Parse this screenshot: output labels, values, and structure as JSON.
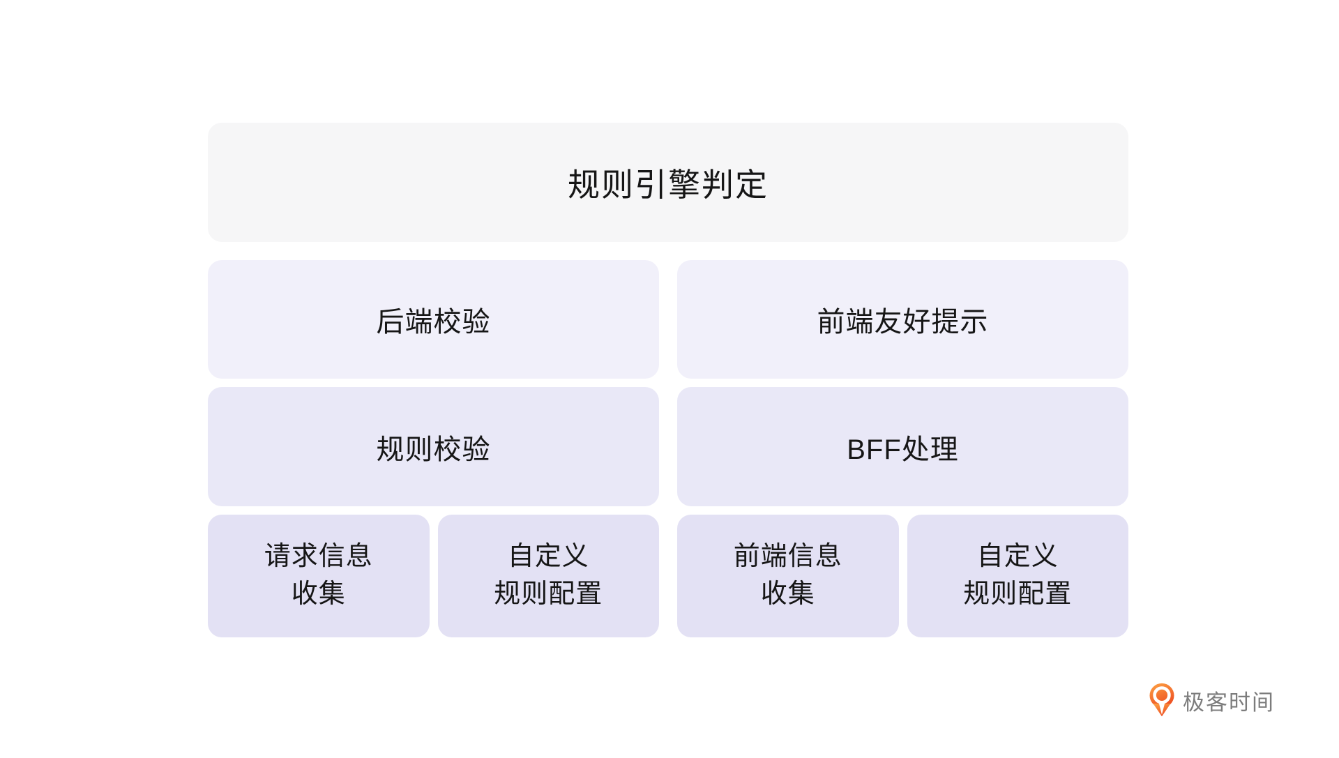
{
  "colors": {
    "page-bg": "#ffffff",
    "header-bg": "#f6f6f7",
    "level1-bg": "#f1f0fa",
    "level2-bg": "#e9e8f7",
    "level3-bg": "#e3e1f4",
    "text": "#161616",
    "logo-text-color": "#7c7c7c",
    "logo-orange": "#f4632a"
  },
  "diagram": {
    "root": {
      "label": "规则引擎判定"
    },
    "branches": [
      {
        "level1": "后端校验",
        "level2": "规则校验",
        "leaves": [
          {
            "line1": "请求信息",
            "line2": "收集"
          },
          {
            "line1": "自定义",
            "line2": "规则配置"
          }
        ]
      },
      {
        "level1": "前端友好提示",
        "level2": "BFF处理",
        "leaves": [
          {
            "line1": "前端信息",
            "line2": "收集"
          },
          {
            "line1": "自定义",
            "line2": "规则配置"
          }
        ]
      }
    ]
  },
  "branding": {
    "logo_text": "极客时间",
    "logo_icon": "geektime-pin-icon"
  }
}
